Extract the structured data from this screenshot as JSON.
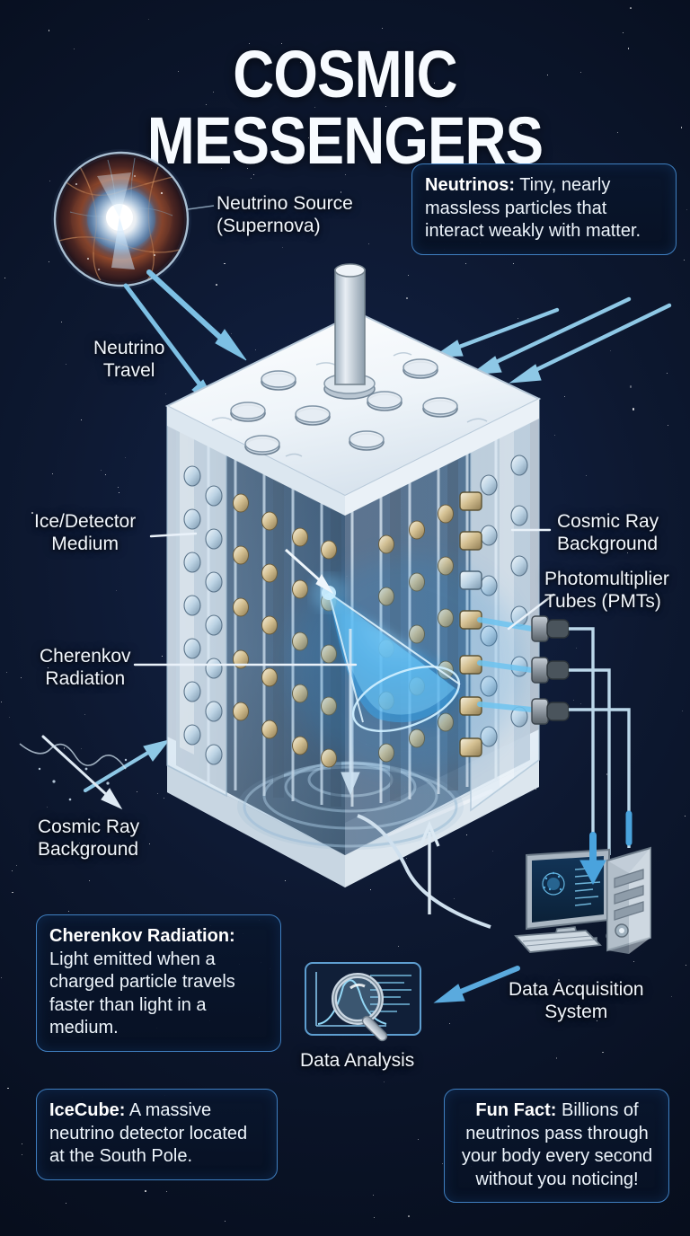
{
  "title": "COSMIC MESSENGERS",
  "background_color": "#0a1428",
  "accent_color": "#7fc4e8",
  "callout_border_color": "#3f7fc0",
  "labels": {
    "neutrino_source": "Neutrino Source\n(Supernova)",
    "neutrino_travel": "Neutrino\nTravel",
    "ice_medium": "Ice/Detector\nMedium",
    "cherenkov_radiation": "Cherenkov\nRadiation",
    "cosmic_ray_left": "Cosmic Ray\nBackground",
    "cosmic_ray_right": "Cosmic Ray\nBackground",
    "pmt": "Photomultiplier\nTubes (PMTs)",
    "data_acquisition": "Data Acquisition\nSystem",
    "data_analysis": "Data Analysis"
  },
  "callouts": {
    "neutrinos": {
      "term": "Neutrinos:",
      "text": " Tiny, nearly massless particles that interact weakly with matter."
    },
    "cherenkov": {
      "term": "Cherenkov Radiation:",
      "text": " Light emitted when a charged particle travels faster than light in a medium."
    },
    "icecube": {
      "term": "IceCube:",
      "text": " A massive neutrino detector located at the South Pole."
    },
    "funfact": {
      "term": "Fun Fact:",
      "text": " Billions of neutrinos pass through your body every second without you noticing!"
    }
  },
  "icons": {
    "supernova": "supernova-icon",
    "detector": "icecube-detector-icon",
    "cherenkov_cone": "cherenkov-cone-icon",
    "pmt_tubes": "pmt-tube-icon",
    "workstation": "computer-workstation-icon",
    "analysis_panel": "magnifier-chart-icon"
  }
}
